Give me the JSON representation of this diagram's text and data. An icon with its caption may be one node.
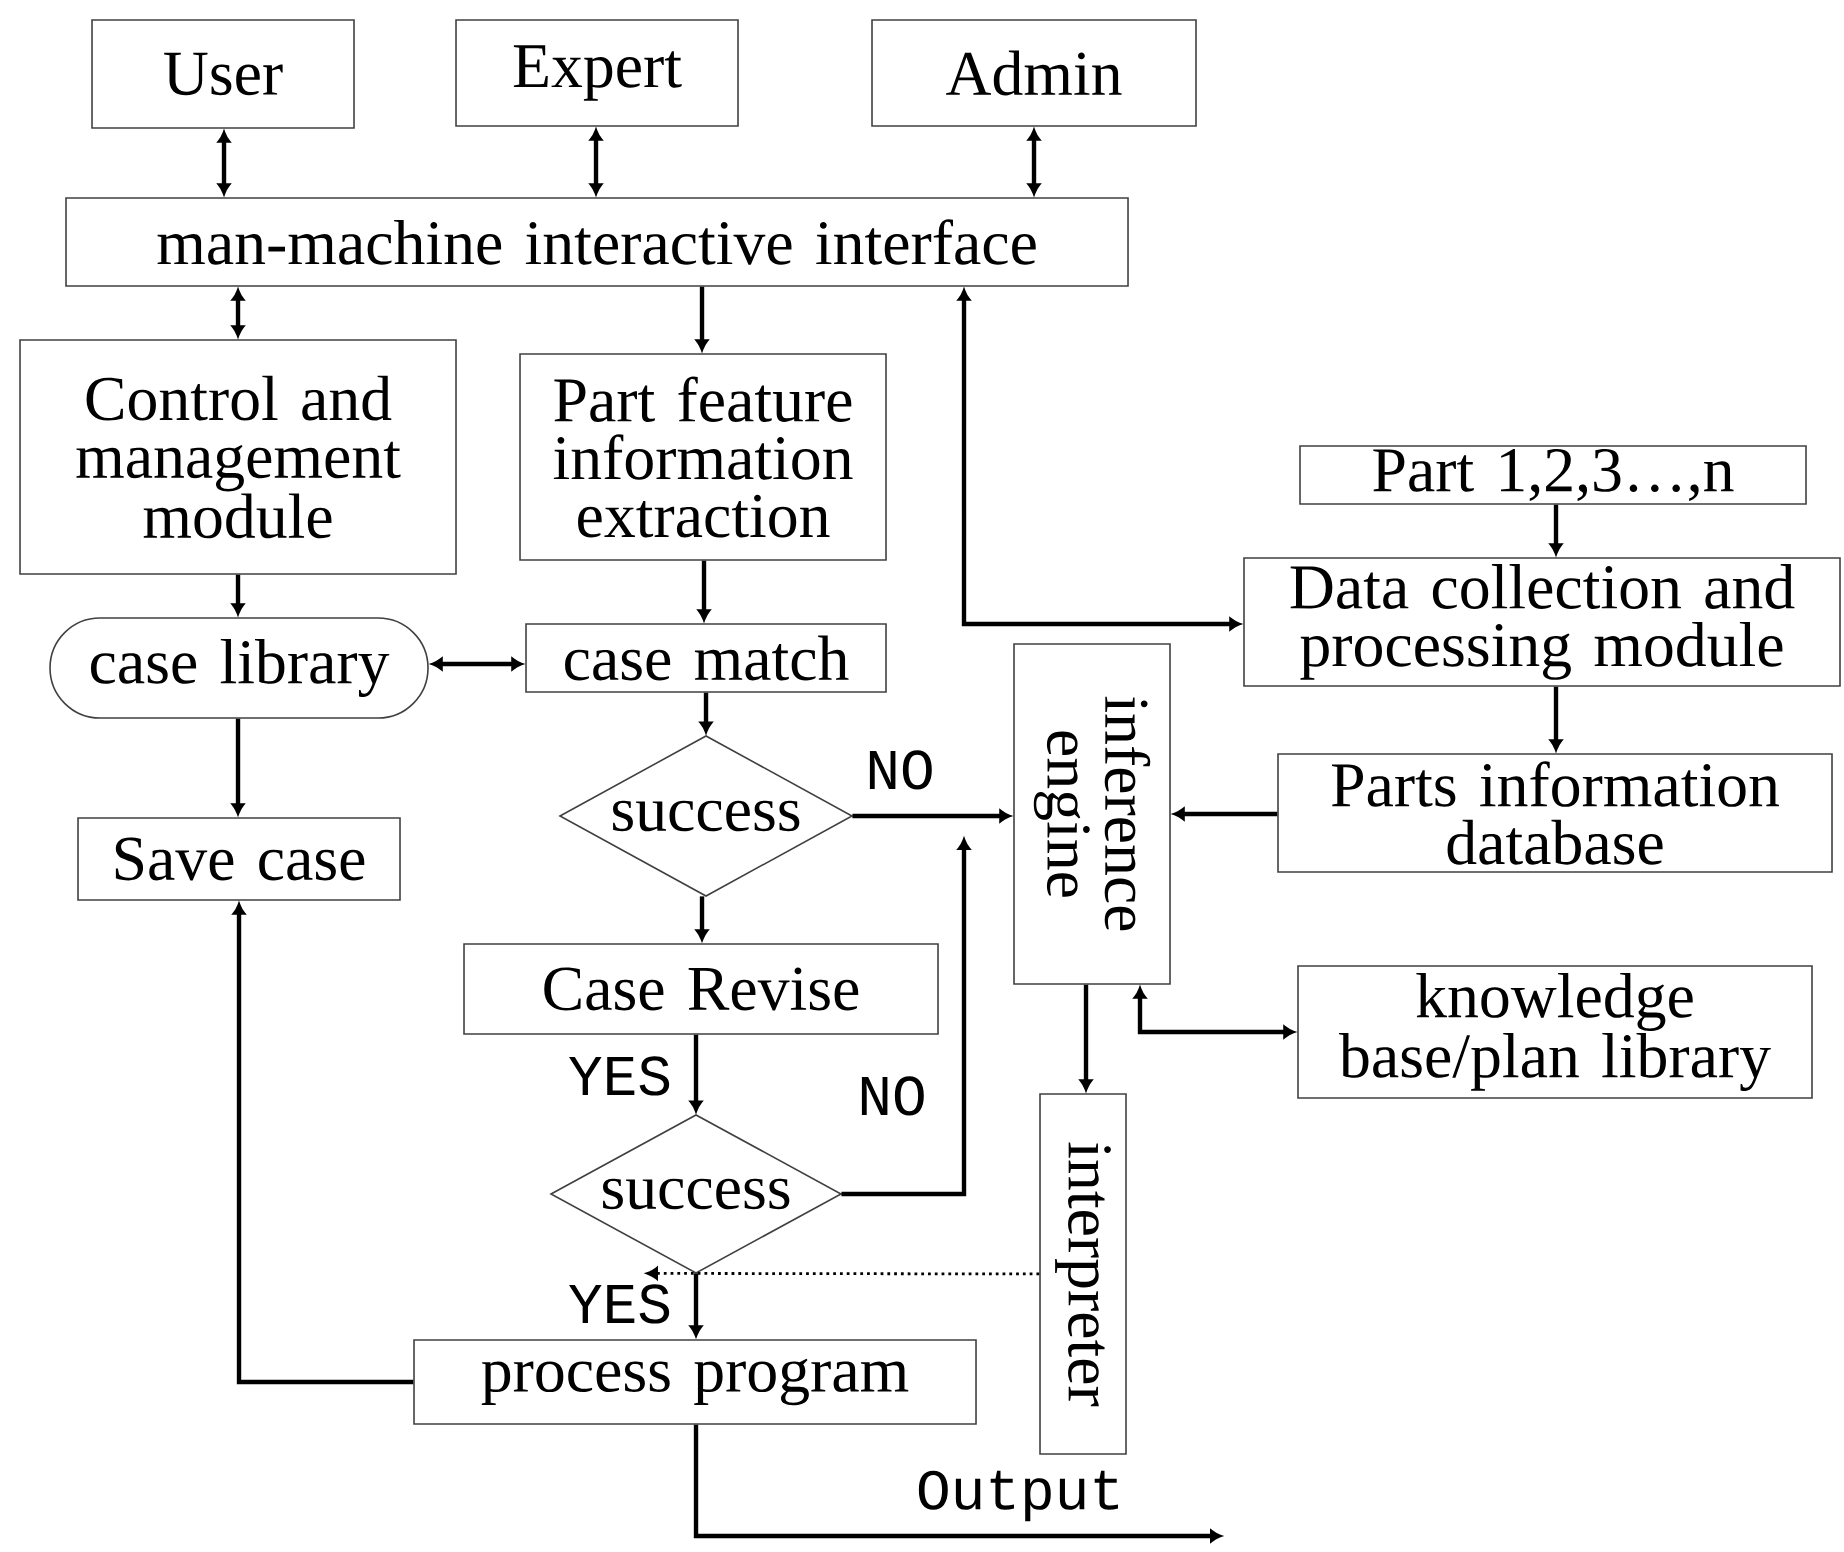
{
  "diagram": {
    "nodes": [
      {
        "text": [
          "User"
        ]
      },
      {
        "text": [
          "Expert"
        ]
      },
      {
        "text": [
          "Admin"
        ]
      },
      {
        "text": [
          "man-machine interactive interface"
        ]
      },
      {
        "text": [
          "Control and management module"
        ]
      },
      {
        "text": [
          "Part feature information extraction"
        ]
      },
      {
        "text": [
          "case library"
        ]
      },
      {
        "text": [
          "case match"
        ]
      },
      {
        "text": [
          "success"
        ]
      },
      {
        "text": [
          "Save case"
        ]
      },
      {
        "text": [
          "Case Revise"
        ]
      },
      {
        "text": [
          "success"
        ]
      },
      {
        "text": [
          "process program"
        ]
      },
      {
        "text": [
          "Part 1,2,3…,n"
        ]
      },
      {
        "text": [
          "Data collection and processing module"
        ]
      },
      {
        "text": [
          "inference engine"
        ]
      },
      {
        "text": [
          "Parts information database"
        ]
      },
      {
        "text": [
          "knowledge base/plan library"
        ]
      },
      {
        "text": [
          "interpreter"
        ]
      }
    ],
    "edges": [
      {
        "from": 0,
        "to": 3,
        "arrow": "both"
      },
      {
        "from": 1,
        "to": 3,
        "arrow": "both"
      },
      {
        "from": 2,
        "to": 3,
        "arrow": "both"
      },
      {
        "from": 3,
        "to": 4,
        "arrow": "both"
      },
      {
        "from": 3,
        "to": 5,
        "arrow": "to"
      },
      {
        "from": 3,
        "to": 14,
        "arrow": "both"
      },
      {
        "from": 4,
        "to": 6,
        "arrow": "to"
      },
      {
        "from": 5,
        "to": 7,
        "arrow": "to"
      },
      {
        "from": 6,
        "to": 7,
        "arrow": "both"
      },
      {
        "from": 6,
        "to": 9,
        "arrow": "to"
      },
      {
        "from": 7,
        "to": 8,
        "arrow": "to"
      },
      {
        "from": 8,
        "to": 15,
        "arrow": "to",
        "label": "NO"
      },
      {
        "from": 8,
        "to": 10,
        "arrow": "to"
      },
      {
        "from": 10,
        "to": 11,
        "arrow": "to",
        "label": "YES"
      },
      {
        "from": 11,
        "to": null,
        "arrow": "to",
        "label": "NO"
      },
      {
        "from": 11,
        "to": 12,
        "arrow": "to",
        "label": "YES"
      },
      {
        "from": 18,
        "to": 11,
        "arrow": "to",
        "style": "dashed"
      },
      {
        "from": 12,
        "to": 9,
        "arrow": "to"
      },
      {
        "from": 12,
        "to": null,
        "arrow": "to",
        "label": "Output"
      },
      {
        "from": 13,
        "to": 14,
        "arrow": "to"
      },
      {
        "from": 14,
        "to": 16,
        "arrow": "to"
      },
      {
        "from": 16,
        "to": 15,
        "arrow": "to"
      },
      {
        "from": 15,
        "to": 17,
        "arrow": "both"
      },
      {
        "from": 15,
        "to": 18,
        "arrow": "to"
      }
    ]
  }
}
